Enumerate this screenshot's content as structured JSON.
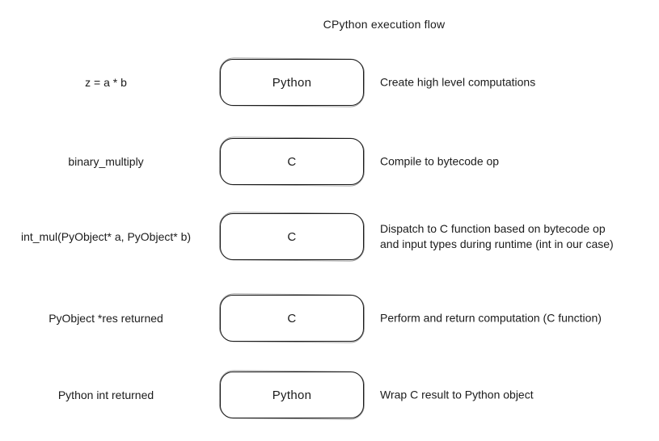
{
  "diagram": {
    "title": "CPython execution flow",
    "colors": {
      "ink": "#1b1b1b",
      "background": "#ffffff"
    },
    "rows": [
      {
        "left": "z = a * b",
        "box": "Python",
        "right": "Create high level computations"
      },
      {
        "left": "binary_multiply",
        "box": "C",
        "right": "Compile to bytecode op"
      },
      {
        "left": "int_mul(PyObject* a, PyObject* b)",
        "box": "C",
        "right": "Dispatch to C function based on bytecode op\nand input types during runtime (int in our case)"
      },
      {
        "left": "PyObject *res returned",
        "box": "C",
        "right": "Perform and return computation (C function)"
      },
      {
        "left": "Python int returned",
        "box": "Python",
        "right": "Wrap C result to Python object"
      }
    ]
  }
}
